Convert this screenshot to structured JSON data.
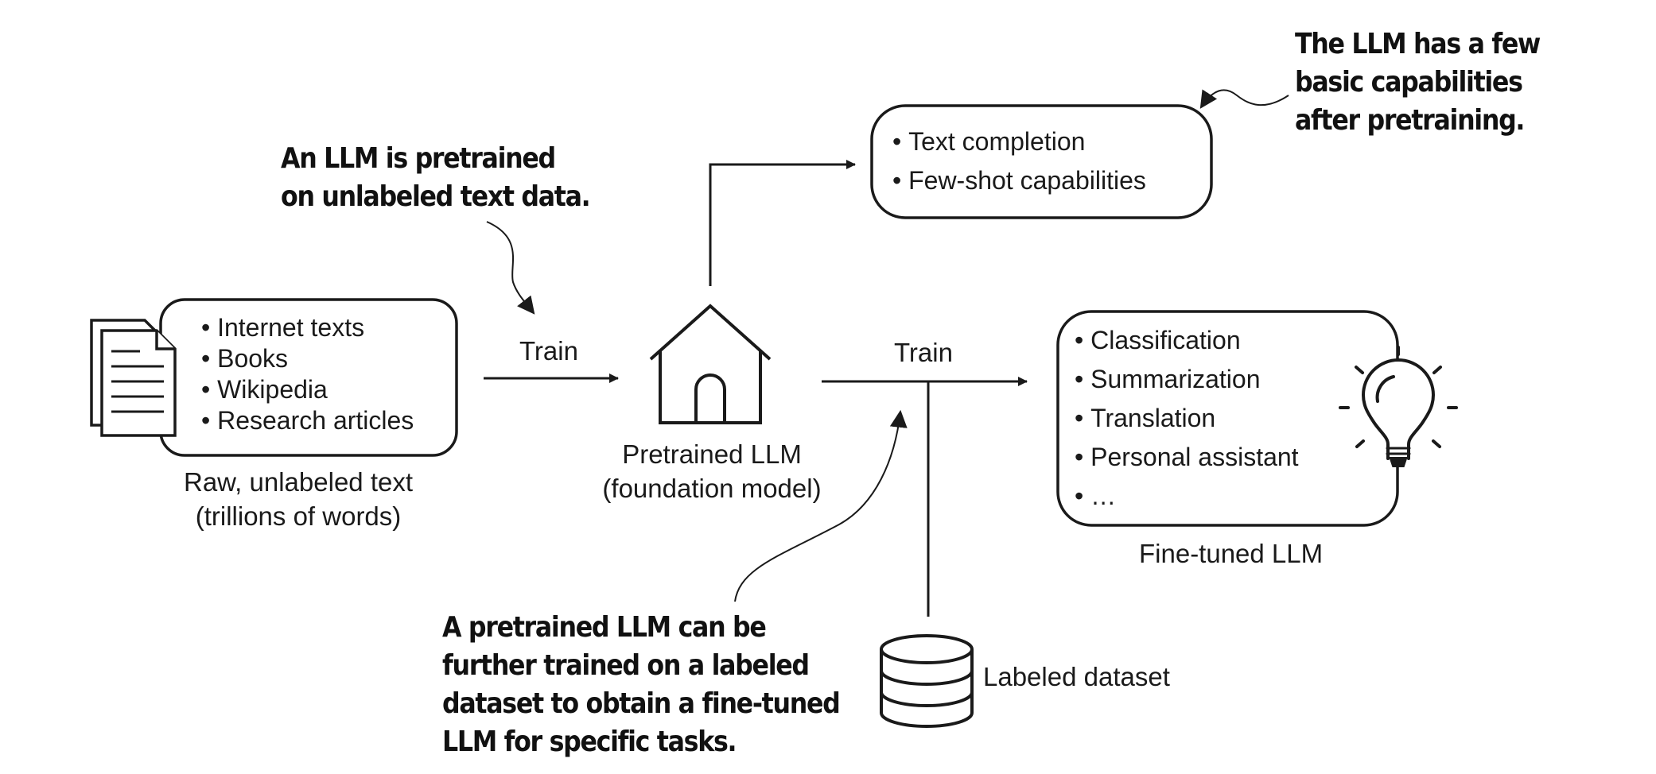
{
  "raw_text": {
    "items": [
      "Internet texts",
      "Books",
      "Wikipedia",
      "Research articles"
    ],
    "caption": [
      "Raw, unlabeled text",
      "(trillions of words)"
    ],
    "icon": "documents-icon"
  },
  "pretrained": {
    "caption": [
      "Pretrained LLM",
      "(foundation model)"
    ],
    "icon": "house-icon"
  },
  "train_labels": {
    "first": "Train",
    "second": "Train"
  },
  "basic_capabilities": {
    "items": [
      "Text completion",
      "Few-shot capabilities"
    ]
  },
  "finetuned": {
    "items": [
      "Classification",
      "Summarization",
      "Translation",
      "Personal assistant",
      "…"
    ],
    "caption": "Fine-tuned LLM",
    "icon": "lightbulb-icon"
  },
  "dataset": {
    "label": "Labeled dataset",
    "icon": "database-icon"
  },
  "annotations": {
    "pretrain_note": [
      "An LLM is pretrained",
      "on unlabeled text data."
    ],
    "capabilities_note": [
      "The LLM has a few",
      "basic capabilities",
      "after pretraining."
    ],
    "finetune_note": [
      "A pretrained LLM can be",
      "further trained on a labeled",
      "dataset to obtain a fine-tuned",
      "LLM for specific tasks."
    ]
  },
  "colors": {
    "ink": "#1a1a1a",
    "background": "#ffffff"
  }
}
